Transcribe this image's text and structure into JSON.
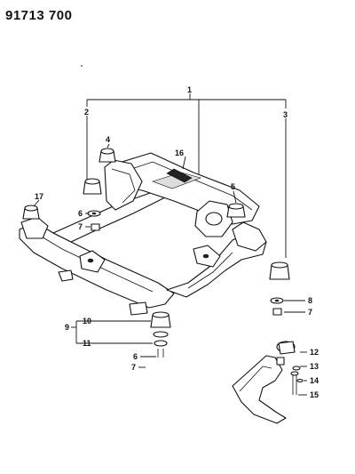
{
  "document": {
    "code": "91713 700"
  },
  "callouts": {
    "c1": "1",
    "c2": "2",
    "c3": "3",
    "c4": "4",
    "c5": "5",
    "c6a": "6",
    "c6b": "6",
    "c7a": "7",
    "c7b": "7",
    "c7c": "7",
    "c8": "8",
    "c9": "9",
    "c10": "10",
    "c11": "11",
    "c12": "12",
    "c13": "13",
    "c14": "14",
    "c15": "15",
    "c16": "16",
    "c17": "17"
  }
}
